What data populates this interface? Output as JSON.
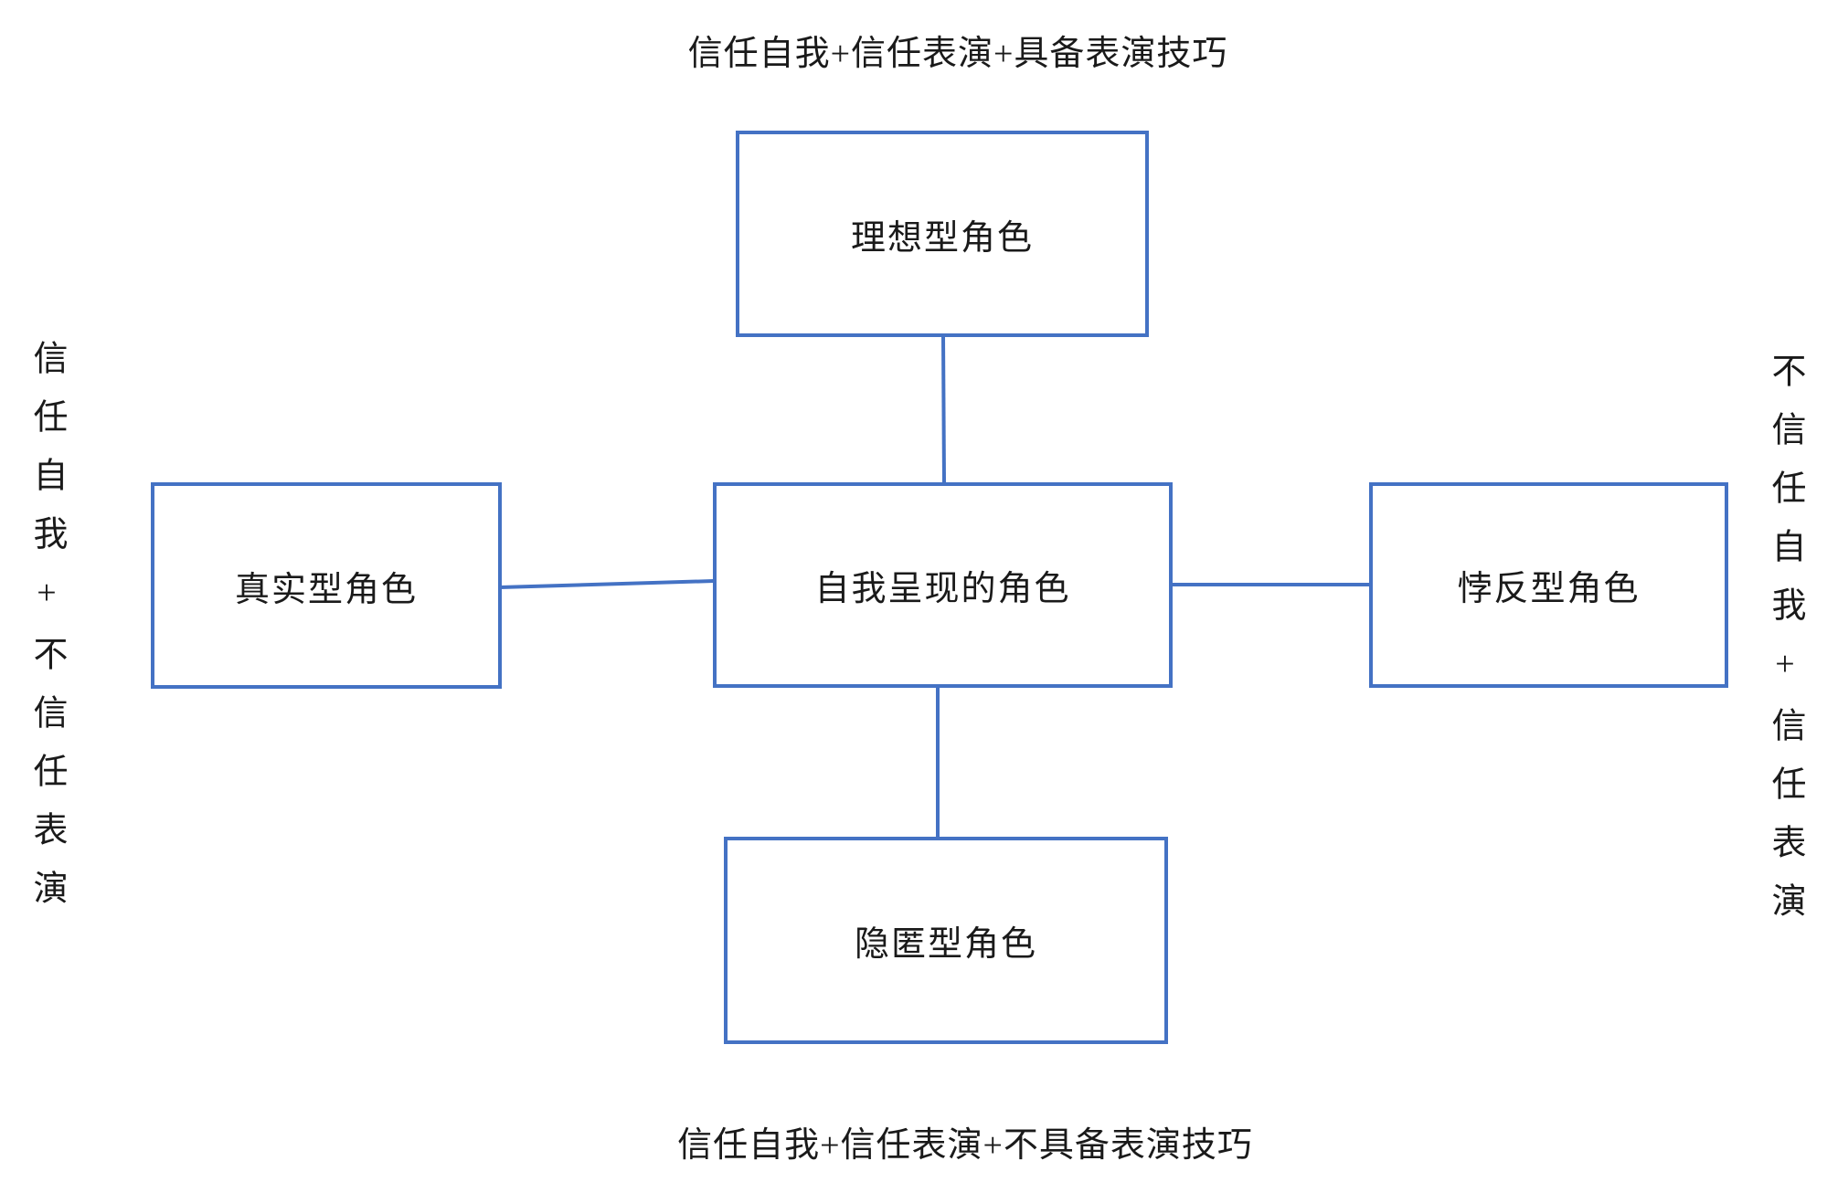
{
  "colors": {
    "accent": "#4472C4",
    "text": "#1a1a1a",
    "background": "#ffffff"
  },
  "diagram": {
    "captions": {
      "top": "信任自我+信任表演+具备表演技巧",
      "bottom": "信任自我+信任表演+不具备表演技巧",
      "left": "信任自我+不信任表演",
      "right": "不信任自我+信任表演"
    },
    "nodes": {
      "top": {
        "label": "理想型角色"
      },
      "center": {
        "label": "自我呈现的角色"
      },
      "left": {
        "label": "真实型角色"
      },
      "right": {
        "label": "悖反型角色"
      },
      "bottom": {
        "label": "隐匿型角色"
      }
    }
  }
}
